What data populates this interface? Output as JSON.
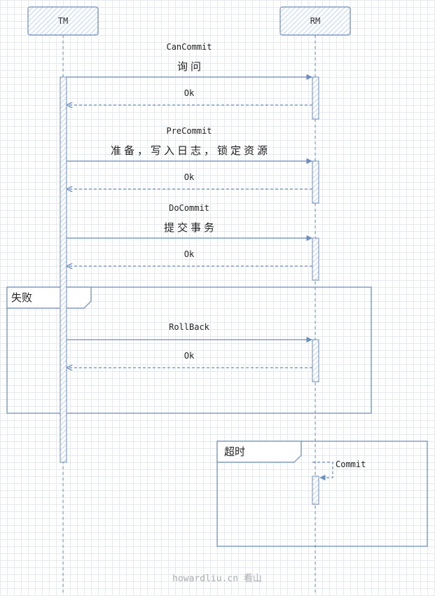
{
  "actors": {
    "tm": {
      "label": "TM"
    },
    "rm": {
      "label": "RM"
    }
  },
  "messages": {
    "can_commit": {
      "label": "CanCommit",
      "note": "询问"
    },
    "can_commit_ok": {
      "label": "Ok"
    },
    "pre_commit": {
      "label": "PreCommit",
      "note": "准备，写入日志，锁定资源"
    },
    "pre_commit_ok": {
      "label": "Ok"
    },
    "do_commit": {
      "label": "DoCommit",
      "note": "提交事务"
    },
    "do_commit_ok": {
      "label": "Ok"
    },
    "rollback": {
      "label": "RollBack"
    },
    "rollback_ok": {
      "label": "Ok"
    },
    "self_commit": {
      "label": "Commit"
    }
  },
  "frames": {
    "failure": {
      "title": "失败"
    },
    "timeout": {
      "title": "超时"
    }
  },
  "watermark": "howardliu.cn 看山",
  "colors": {
    "line": "#6c8ebf",
    "box_fill": "#dae8fc",
    "grid": "#e6e9ee",
    "watermark": "#a8abb0"
  }
}
